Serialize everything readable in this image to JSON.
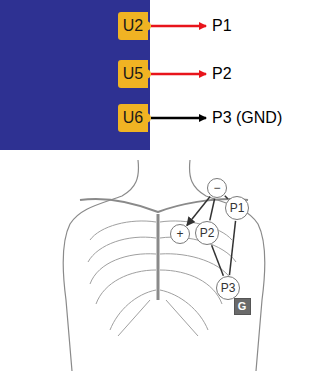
{
  "diagram": {
    "nodes": [
      {
        "text": [
          "U2"
        ]
      },
      {
        "text": [
          "U5"
        ]
      },
      {
        "text": [
          "U6"
        ]
      },
      {
        "text": [
          "−"
        ]
      },
      {
        "text": [
          "+"
        ]
      },
      {
        "text": [
          "P1"
        ]
      },
      {
        "text": [
          "P2"
        ]
      },
      {
        "text": [
          "P3"
        ]
      },
      {
        "text": [
          "G"
        ]
      }
    ],
    "edges": [
      {
        "from": 3,
        "to": 4,
        "arrow": "to"
      },
      {
        "from": 3,
        "to": 5,
        "arrow": "none"
      },
      {
        "from": 3,
        "to": 6,
        "arrow": "none"
      },
      {
        "from": 6,
        "to": 7,
        "arrow": "none"
      },
      {
        "from": 5,
        "to": 7,
        "arrow": "none"
      }
    ],
    "labels": [
      "P1",
      "P2",
      "P3 (GND)"
    ]
  }
}
